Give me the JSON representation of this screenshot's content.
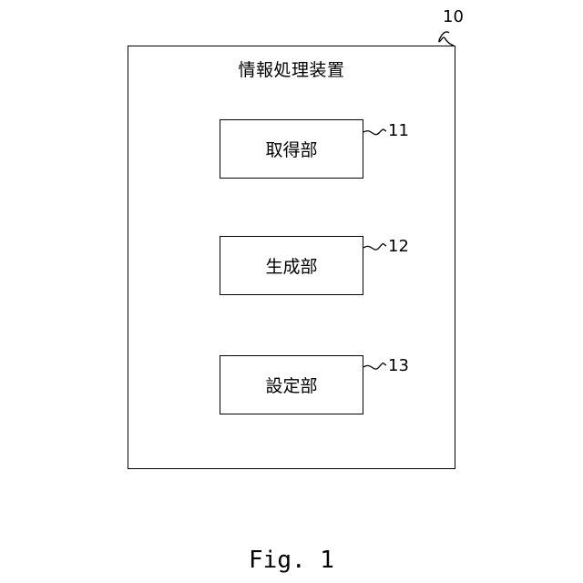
{
  "diagram": {
    "device": {
      "ref": "10",
      "title": "情報処理装置"
    },
    "units": [
      {
        "ref": "11",
        "label": "取得部"
      },
      {
        "ref": "12",
        "label": "生成部"
      },
      {
        "ref": "13",
        "label": "設定部"
      }
    ],
    "caption": "Fig. 1"
  }
}
